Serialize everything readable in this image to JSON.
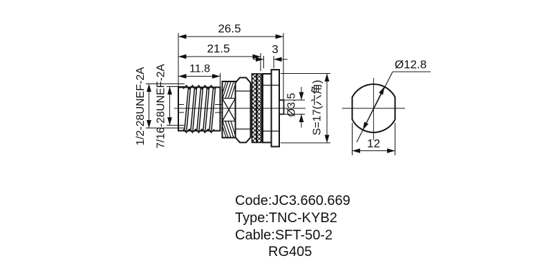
{
  "colors": {
    "ink": "#111111",
    "background": "#ffffff"
  },
  "side_view": {
    "dim_overall_length": "26.5",
    "dim_body_length": "21.5",
    "dim_panel_thickness": "3",
    "dim_thread_length": "11.8",
    "thread_spec_outer": "1/2-28UNEF-2A",
    "thread_spec_inner": "7/16-28UNEF-2A",
    "dim_pin_diameter": "Ø3.5",
    "dim_hex_size": "S=17(六角)"
  },
  "end_view": {
    "dim_diameter": "Ø12.8",
    "dim_across_flats": "12"
  },
  "notes": {
    "code": "Code:JC3.660.669",
    "type": "Type:TNC-KYB2",
    "cable": "Cable:SFT-50-2",
    "cable2": "RG405"
  }
}
